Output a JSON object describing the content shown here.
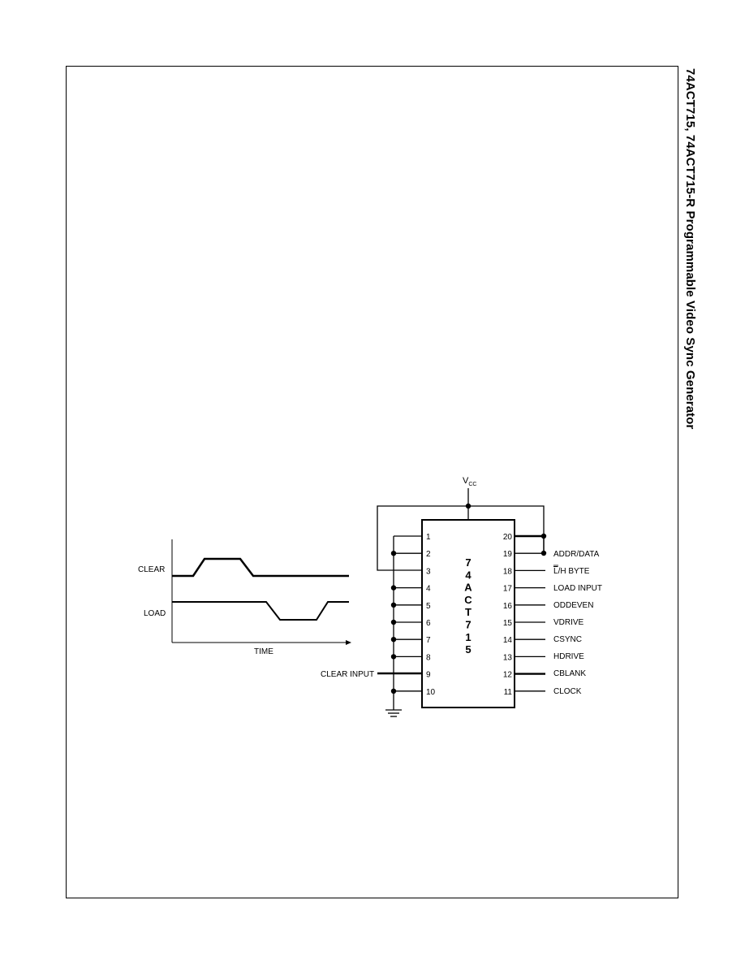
{
  "side_title": "74ACT715, 74ACT715-R  Programmable Video Sync Generator",
  "timing": {
    "clear_label": "CLEAR",
    "load_label": "LOAD",
    "time_label": "TIME"
  },
  "circuit": {
    "vcc_label": "V",
    "vcc_sub": "CC",
    "chip_letters": [
      "7",
      "4",
      "A",
      "C",
      "T",
      "7",
      "1",
      "5"
    ],
    "clear_input_label": "CLEAR INPUT",
    "left_pins": [
      "1",
      "2",
      "3",
      "4",
      "5",
      "6",
      "7",
      "8",
      "9",
      "10"
    ],
    "right_pins": [
      "20",
      "19",
      "18",
      "17",
      "16",
      "15",
      "14",
      "13",
      "12",
      "11"
    ],
    "signals": {
      "addr_data": "ADDR/DATA",
      "lh_byte_bar": "L",
      "lh_byte_rest": "/H BYTE",
      "load_input": "LOAD INPUT",
      "oddeven": "ODDEVEN",
      "vdrive": "VDRIVE",
      "csync": "CSYNC",
      "hdrive": "HDRIVE",
      "cblank": "CBLANK",
      "clock": "CLOCK"
    }
  }
}
